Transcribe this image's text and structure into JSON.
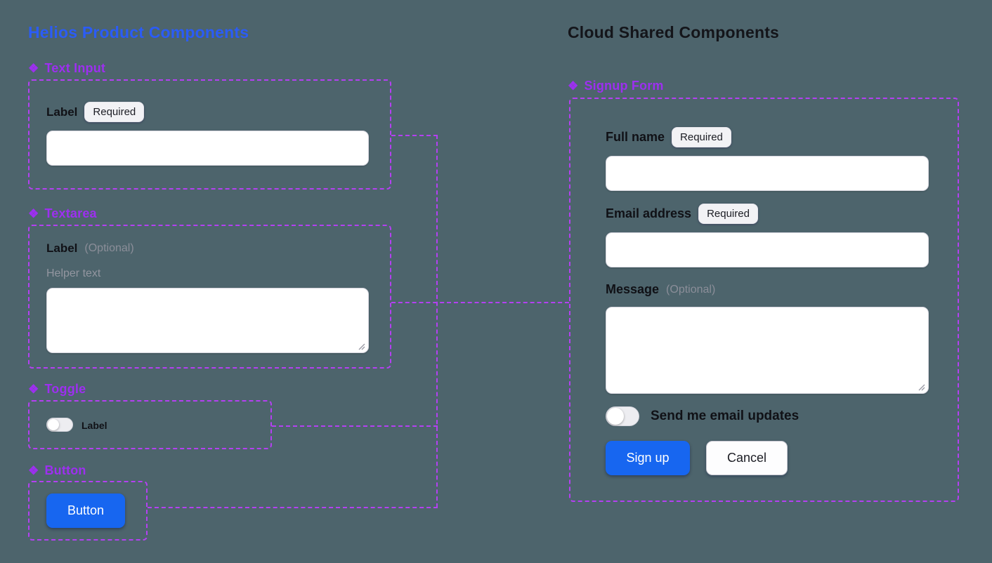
{
  "colors": {
    "background": "#4d646c",
    "component_purple": "#9d2ff0",
    "dashed_outline": "#b440f2",
    "left_title_blue": "#2b5cf6",
    "right_title_dark": "#14151a",
    "primary_button_blue": "#1766f0",
    "badge_background": "#f2f2f5"
  },
  "icons": {
    "component": "❖"
  },
  "left": {
    "title": "Helios Product Components",
    "text_input": {
      "header": "Text Input",
      "label": "Label",
      "badge": "Required",
      "value": ""
    },
    "textarea": {
      "header": "Textarea",
      "label": "Label",
      "optional": "(Optional)",
      "helper": "Helper text",
      "value": ""
    },
    "toggle": {
      "header": "Toggle",
      "label": "Label",
      "state": "off"
    },
    "button": {
      "header": "Button",
      "label": "Button"
    }
  },
  "right": {
    "title": "Cloud Shared Components",
    "form": {
      "header": "Signup Form",
      "full_name": {
        "label": "Full name",
        "badge": "Required",
        "value": ""
      },
      "email": {
        "label": "Email address",
        "badge": "Required",
        "value": ""
      },
      "message": {
        "label": "Message",
        "optional": "(Optional)",
        "value": ""
      },
      "email_updates": {
        "label": "Send me email updates",
        "state": "off"
      },
      "signup_button": "Sign up",
      "cancel_button": "Cancel"
    }
  }
}
